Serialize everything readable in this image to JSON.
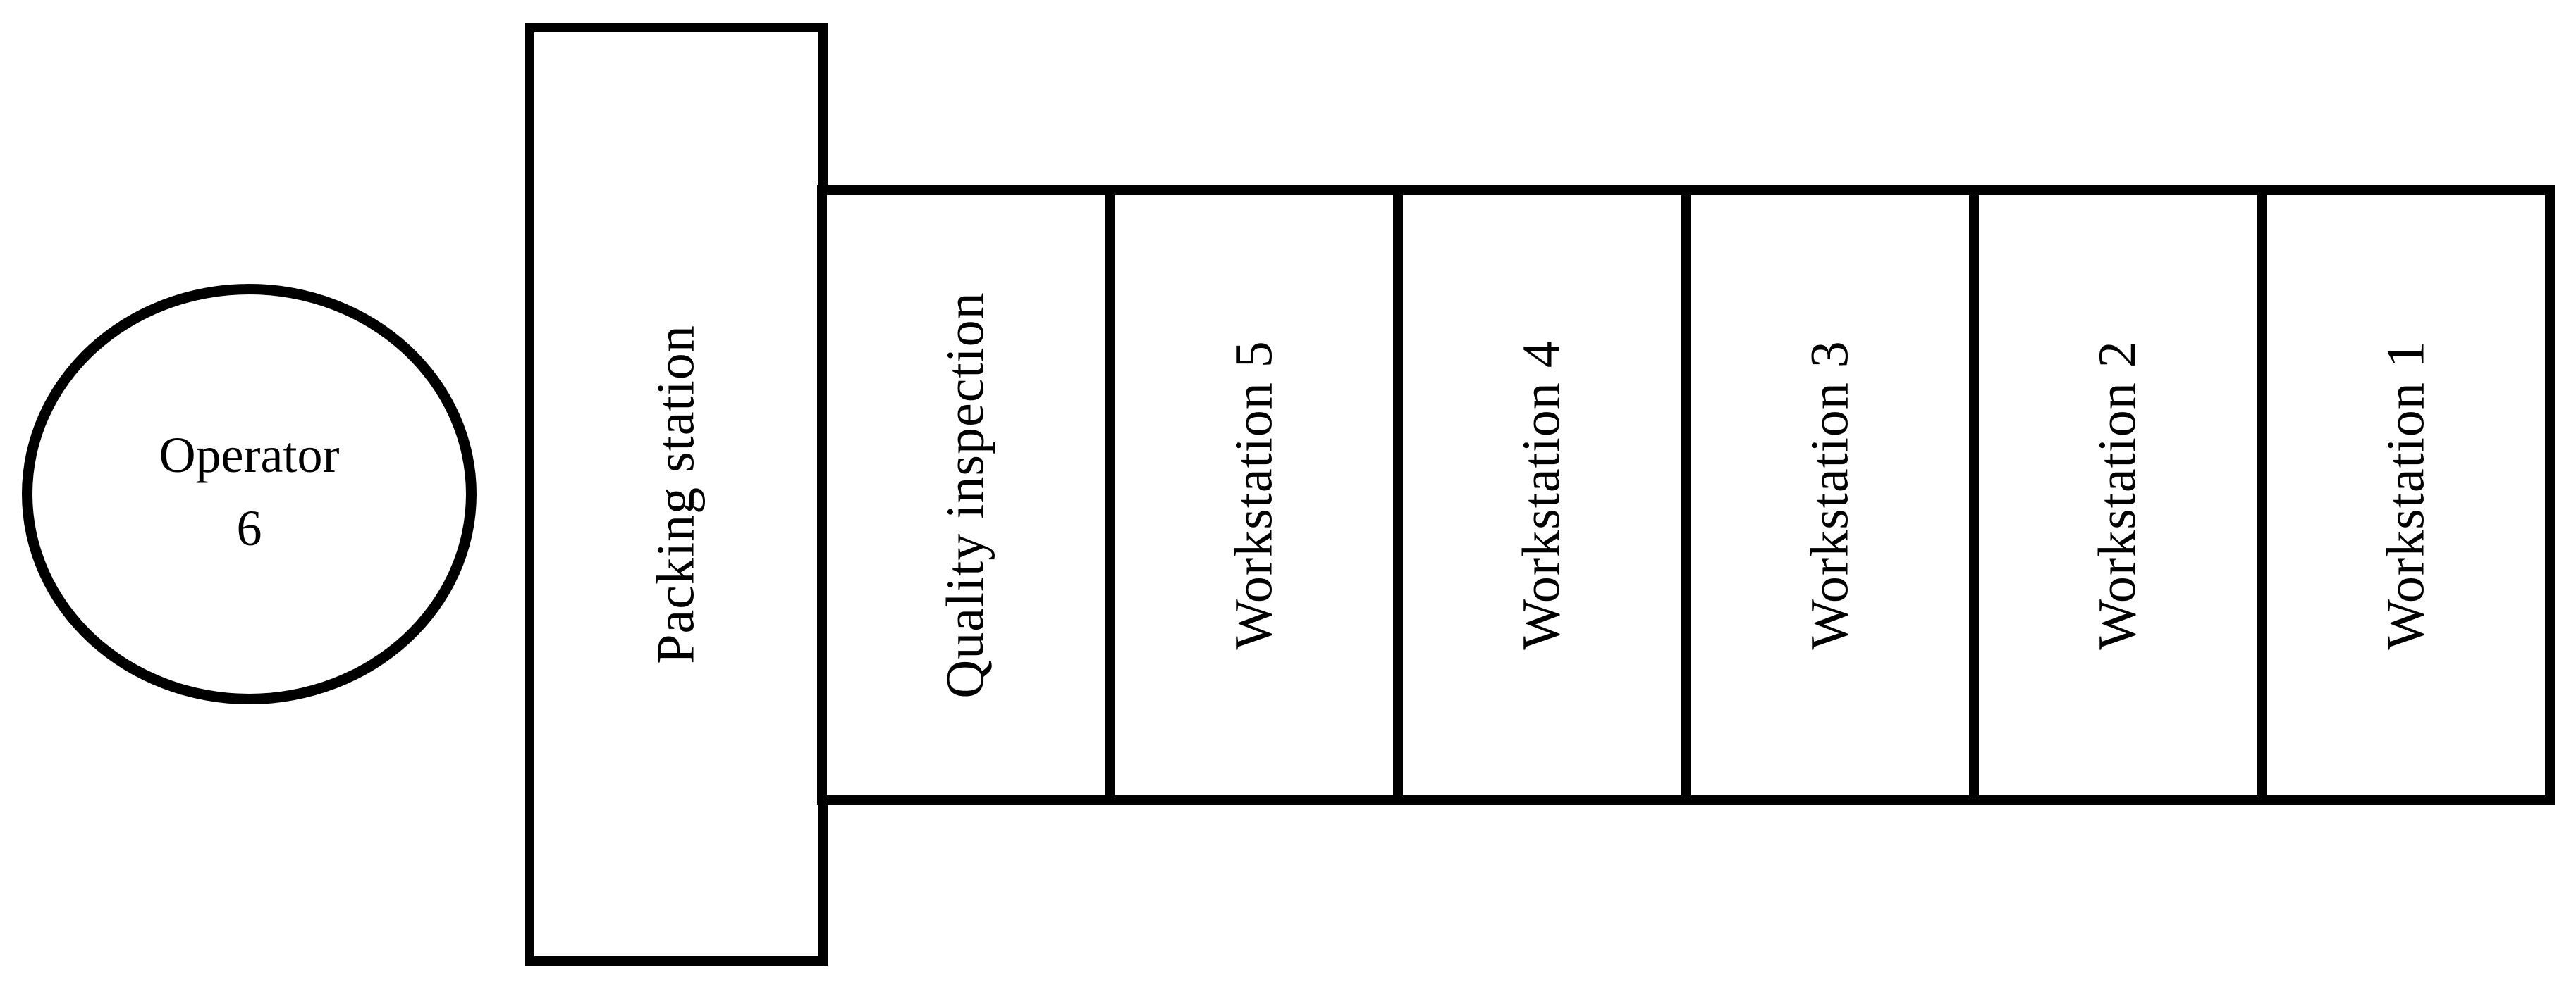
{
  "diagram": {
    "background_color": "#ffffff",
    "line_color": "#000000",
    "operator": {
      "line1": "Operator",
      "line2": "6"
    },
    "packing_station": {
      "label": "Packing station"
    },
    "stations": [
      {
        "label": "Quality inspection"
      },
      {
        "label": "Workstation 5"
      },
      {
        "label": "Workstation 4"
      },
      {
        "label": "Workstation 3"
      },
      {
        "label": "Workstation 2"
      },
      {
        "label": "Workstation 1"
      }
    ]
  }
}
